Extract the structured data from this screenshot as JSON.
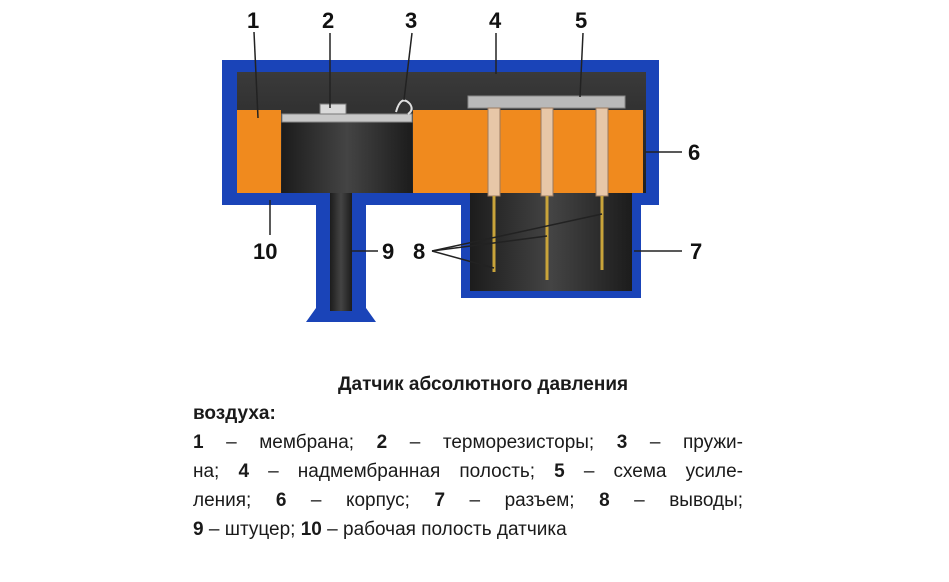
{
  "callouts": [
    "1",
    "2",
    "3",
    "4",
    "5",
    "6",
    "7",
    "8",
    "9",
    "10"
  ],
  "caption": {
    "title_line1": "Датчик абсолютного давления",
    "title_line2": "воздуха:",
    "lines": [
      [
        {
          "b": "1"
        },
        {
          "t": " – мембрана; "
        },
        {
          "b": "2"
        },
        {
          "t": " – терморезисторы; "
        },
        {
          "b": "3"
        },
        {
          "t": " – пружи-"
        }
      ],
      [
        {
          "t": "на; "
        },
        {
          "b": "4"
        },
        {
          "t": " – надмембранная полость; "
        },
        {
          "b": "5"
        },
        {
          "t": " – схема усиле-"
        }
      ],
      [
        {
          "t": "ления; "
        },
        {
          "b": "6"
        },
        {
          "t": " – корпус; "
        },
        {
          "b": "7"
        },
        {
          "t": " – разъем; "
        },
        {
          "b": "8"
        },
        {
          "t": " – выводы;"
        }
      ],
      [
        {
          "b": "9"
        },
        {
          "t": " – штуцер; "
        },
        {
          "b": "10"
        },
        {
          "t": " – рабочая полость датчика"
        }
      ]
    ]
  },
  "colors": {
    "housing": "#1a44b8",
    "body_orange": "#f08a1e",
    "dark_core": "#2b2b2b",
    "membrane": "#c8c8c8"
  }
}
